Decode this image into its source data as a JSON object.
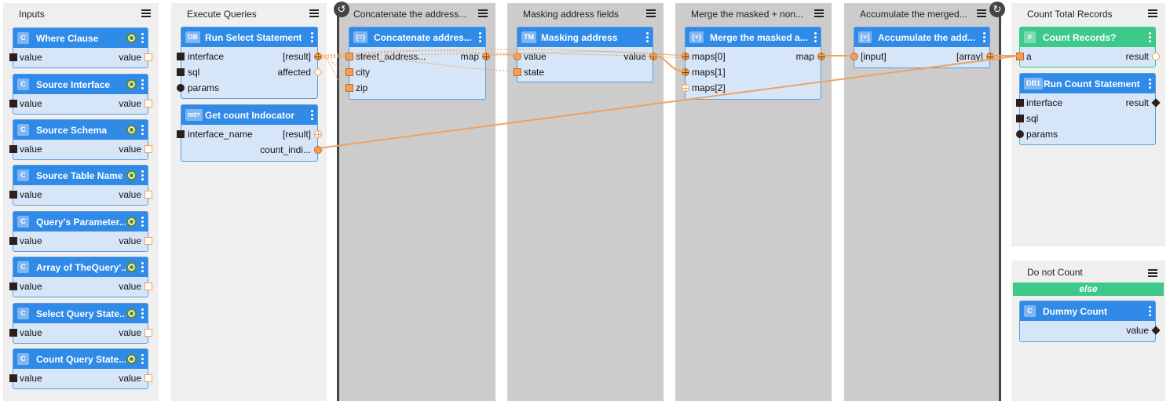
{
  "lanes": {
    "inputs": "Inputs",
    "execute": "Execute Queries",
    "concat": "Concatenate the address...",
    "masking": "Masking address fields",
    "merge": "Merge the masked + non...",
    "accumulate": "Accumulate the merged...",
    "count_total": "Count Total Records",
    "do_not_count": "Do not Count"
  },
  "else_label": "else",
  "inputs": [
    {
      "badge": "C",
      "name": "Where Clause",
      "left": "value",
      "right": "value"
    },
    {
      "badge": "C",
      "name": "Source Interface",
      "left": "value",
      "right": "value"
    },
    {
      "badge": "C",
      "name": "Source Schema",
      "left": "value",
      "right": "value"
    },
    {
      "badge": "C",
      "name": "Source Table Name",
      "left": "value",
      "right": "value"
    },
    {
      "badge": "C",
      "name": "Query's Parameter...",
      "left": "value",
      "right": "value"
    },
    {
      "badge": "C",
      "name": "Array of TheQuery'...",
      "left": "value",
      "right": "value"
    },
    {
      "badge": "C",
      "name": "Select Query State...",
      "left": "value",
      "right": "value"
    },
    {
      "badge": "C",
      "name": "Count Query State...",
      "left": "value",
      "right": "value"
    }
  ],
  "run_select": {
    "badge": "DB",
    "name": "Run Select Statement",
    "in": [
      "interface",
      "sql",
      "params"
    ],
    "out": [
      "[result]",
      "affected"
    ]
  },
  "get_count": {
    "badge": "mt=",
    "name": "Get count Indocator",
    "in": [
      "interface_name"
    ],
    "out": [
      "[result]",
      "count_indi..."
    ]
  },
  "concat_node": {
    "badge": "{=}",
    "name": "Concatenate addres...",
    "in": [
      "street_address...",
      "city",
      "zip"
    ],
    "out": [
      "map"
    ]
  },
  "mask_node": {
    "badge": "TM",
    "name": "Masking address",
    "in": [
      "value",
      "state"
    ],
    "out": [
      "value"
    ]
  },
  "merge_node": {
    "badge": "{+}",
    "name": "Merge the masked a...",
    "in": [
      "maps[0]",
      "maps[1]",
      "maps[2]"
    ],
    "out": [
      "map"
    ]
  },
  "accum_node": {
    "badge": "[+]",
    "name": "Accumulate the add...",
    "in": [
      "[input]"
    ],
    "out": [
      "[array]"
    ]
  },
  "count_records": {
    "badge": "≠",
    "name": "Count Records?",
    "in": [
      "a"
    ],
    "out": [
      "result"
    ]
  },
  "run_count": {
    "badge": "DB1",
    "name": "Run Count Statement",
    "in": [
      "interface",
      "sql",
      "params"
    ],
    "out": [
      "result"
    ]
  },
  "dummy": {
    "badge": "C",
    "name": "Dummy Count",
    "out": [
      "value"
    ]
  },
  "colors": {
    "node_header": "#2f8ae8",
    "decision_header": "#3cc98a",
    "wire": "#eda261"
  }
}
